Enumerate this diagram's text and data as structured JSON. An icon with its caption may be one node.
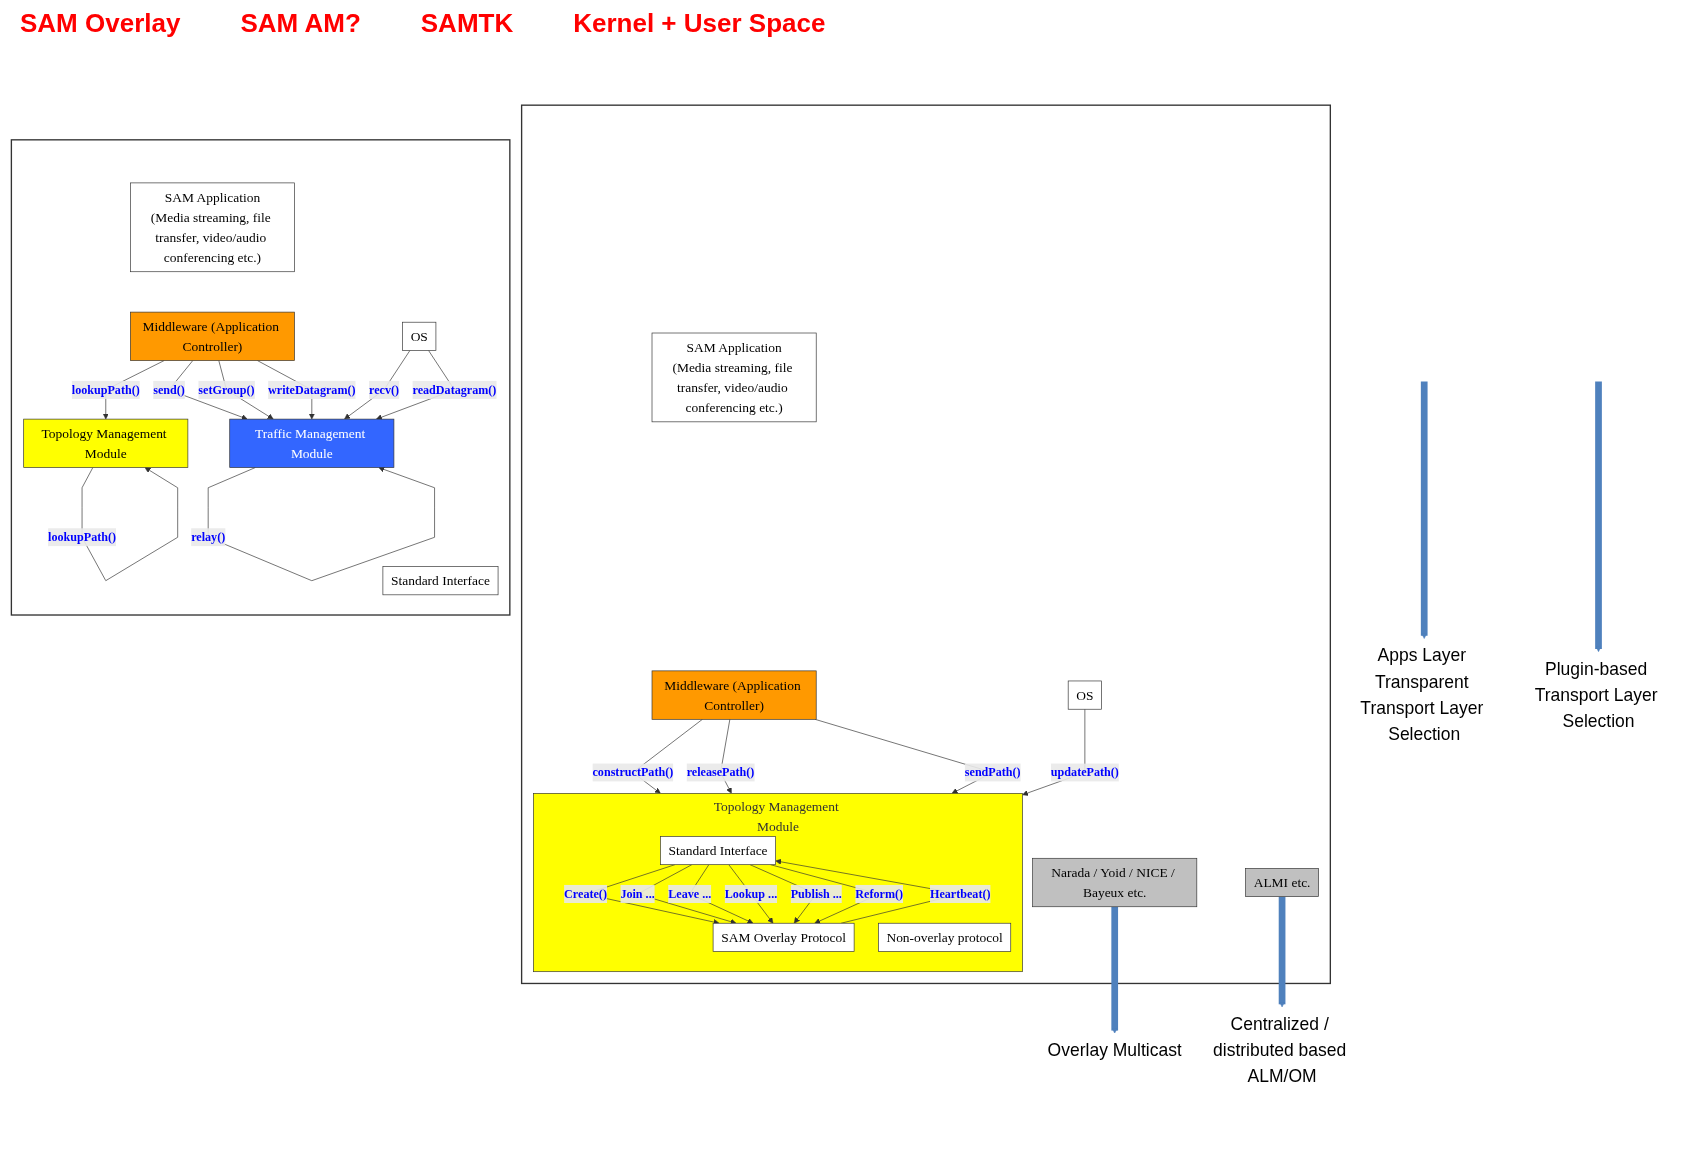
{
  "diagram": {
    "nodes": [
      {
        "text": [],
        "shape": "box"
      },
      {
        "text": [
          "SAM Application",
          "(Media streaming, file transfer, video/audio conferencing etc.)"
        ],
        "in": 0
      },
      {
        "text": [
          "Middleware (Application Controller)"
        ],
        "in": 0
      },
      {
        "text": [
          "Topology Management Module"
        ],
        "in": 0
      },
      {
        "text": [
          "Standard Interface"
        ],
        "in": 3
      },
      {
        "text": [
          "SAM Overlay Protocol"
        ],
        "in": 3
      },
      {
        "text": [
          "Non-overlay protocol"
        ],
        "in": 3
      },
      {
        "text": [
          "Narada / Yoid / NICE / Bayeux etc."
        ],
        "in": 0
      },
      {
        "text": [
          "ALMI etc."
        ],
        "in": 0
      },
      {
        "text": [
          "OS"
        ],
        "in": 0
      },
      {
        "text": [],
        "shape": "box"
      },
      {
        "text": [
          "SAM Application",
          "(Media streaming, file transfer, video/audio conferencing etc.)"
        ],
        "in": 10
      },
      {
        "text": [
          "Middleware (Application Controller)"
        ],
        "in": 10
      },
      {
        "text": [
          "Standard Interface"
        ],
        "in": 10
      },
      {
        "text": [
          "Topology Management Module"
        ],
        "in": 10
      },
      {
        "text": [
          "Traffic Management Module"
        ],
        "in": 10
      },
      {
        "text": [
          "OS"
        ],
        "in": 10
      },
      {
        "text": [
          "Overlay Multicast"
        ]
      },
      {
        "text": [
          "Centralized / distributed based ALM/OM"
        ]
      },
      {
        "text": [
          "Apps Layer Transparent Transport Layer Selection"
        ]
      },
      {
        "text": [
          "Plugin-based Transport Layer Selection"
        ]
      }
    ],
    "edges": [
      {
        "from": 2,
        "to": 3,
        "arrow": "to",
        "label": "constructPath()"
      },
      {
        "from": 2,
        "to": 3,
        "arrow": "to",
        "label": "releasePath()"
      },
      {
        "from": 2,
        "to": 3,
        "arrow": "to",
        "label": "sendPath()"
      },
      {
        "from": 4,
        "to": 5,
        "arrow": "to",
        "label": "Create()"
      },
      {
        "from": 4,
        "to": 5,
        "arrow": "to",
        "label": "Join ..."
      },
      {
        "from": 4,
        "to": 5,
        "arrow": "to",
        "label": "Leave ..."
      },
      {
        "from": 4,
        "to": 5,
        "arrow": "to",
        "label": "Lookup ..."
      },
      {
        "from": 4,
        "to": 5,
        "arrow": "to",
        "label": "Publish ..."
      },
      {
        "from": 5,
        "to": 4,
        "arrow": "to",
        "label": "Heartbeat()"
      },
      {
        "from": 4,
        "to": 5,
        "arrow": "to",
        "label": "Reform()"
      },
      {
        "from": 9,
        "to": 3,
        "arrow": "to",
        "label": "updatePath()"
      },
      {
        "from": 7,
        "to": 17,
        "arrow": "to",
        "style": "thick",
        "color": "#4f81bd"
      },
      {
        "from": 8,
        "to": 18,
        "arrow": "to",
        "style": "thick",
        "color": "#4f81bd"
      },
      {
        "from": 12,
        "to": 14,
        "arrow": "to",
        "label": "lookupPath()"
      },
      {
        "from": 14,
        "to": 14,
        "arrow": "to",
        "label": "lookupPath()"
      },
      {
        "from": 12,
        "to": 15,
        "arrow": "to",
        "label": "send()"
      },
      {
        "from": 15,
        "to": 15,
        "arrow": "to",
        "label": "relay()"
      },
      {
        "from": 12,
        "to": 15,
        "arrow": "to",
        "label": "setGroup()"
      },
      {
        "from": 12,
        "to": 15,
        "arrow": "to",
        "label": "writeDatagram()"
      },
      {
        "from": 16,
        "to": 15,
        "arrow": "to",
        "label": "recv()"
      },
      {
        "from": 16,
        "to": 15,
        "arrow": "to",
        "label": "readDatagram()"
      },
      {
        "from": null,
        "to": 19,
        "arrow": "to",
        "style": "thick",
        "color": "#4f81bd"
      },
      {
        "from": null,
        "to": 20,
        "arrow": "to",
        "style": "thick",
        "color": "#4f81bd"
      }
    ],
    "labels": [
      "SAM Overlay",
      "SAM AM?",
      "SAMTK",
      "Kernel + User Space"
    ]
  }
}
